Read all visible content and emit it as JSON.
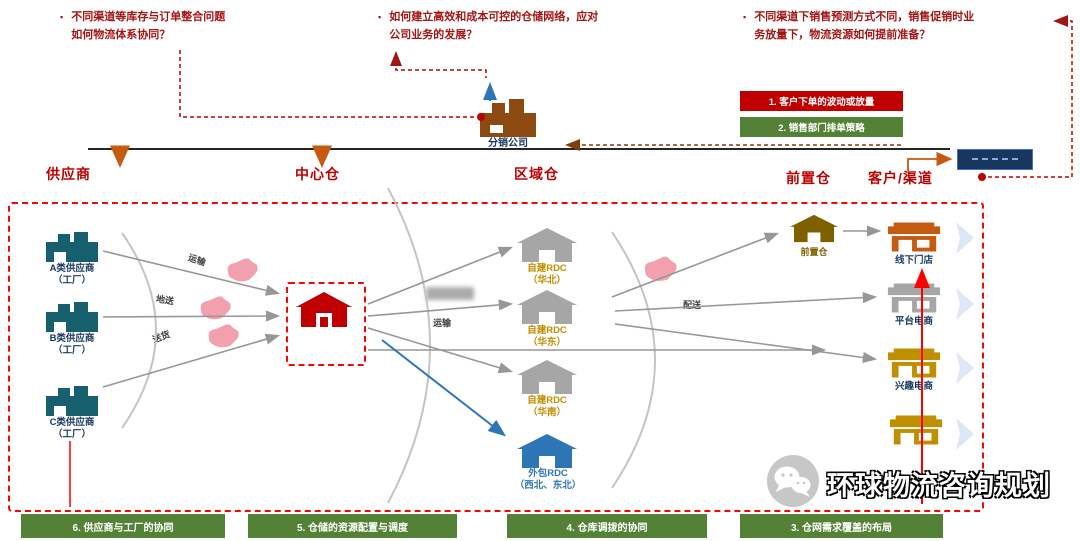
{
  "questions": [
    {
      "bullet": "▪",
      "line1": "不同渠道等库存与订单整合问题",
      "line2": "如何物流体系协同？"
    },
    {
      "bullet": "▪",
      "line1": "如何建立高效和成本可控的仓储网络，应对",
      "line2": "公司业务的发展？"
    },
    {
      "bullet": "▪",
      "line1": "不同渠道下销售预测方式不同，销售促销时业",
      "line2": "务放量下，物流资源如何提前准备？"
    }
  ],
  "legend": [
    {
      "label": "1.  客户下单的波动或放量",
      "color": "#c00000"
    },
    {
      "label": "2.  销售部门排单策略",
      "color": "#538135"
    }
  ],
  "tiers": [
    {
      "label": "供应商"
    },
    {
      "label": "中心仓"
    },
    {
      "label": "区域仓"
    },
    {
      "label": "前置仓"
    },
    {
      "label": "客户/渠道"
    }
  ],
  "hq": {
    "label": "分销公司"
  },
  "suppliers": [
    {
      "name": "A类供应商",
      "sub": "（工厂）"
    },
    {
      "name": "B类供应商",
      "sub": "（工厂）"
    },
    {
      "name": "C类供应商",
      "sub": "（工厂）"
    }
  ],
  "inbound_labels": [
    {
      "label": "运输"
    },
    {
      "label": "地送"
    },
    {
      "label": "送货"
    }
  ],
  "mid_label": {
    "label": "运输"
  },
  "rdcs": [
    {
      "name": "自建RDC",
      "region": "（华北）"
    },
    {
      "name": "自建RDC",
      "region": "（华东）"
    },
    {
      "name": "自建RDC",
      "region": "（华南）"
    },
    {
      "name": "外包RDC",
      "region": "（西北、东北）"
    }
  ],
  "delivery_label": {
    "label": "配送"
  },
  "front_warehouse": {
    "label": "前置仓"
  },
  "channels": [
    {
      "label": "线下门店"
    },
    {
      "label": "平台电商"
    },
    {
      "label": "兴趣电商"
    },
    {
      "label": ""
    }
  ],
  "bottom_bars": [
    {
      "label": "6.  供应商与工厂的协同"
    },
    {
      "label": "5.  仓储的资源配置与调度"
    },
    {
      "label": "4.  仓库调拨的协同"
    },
    {
      "label": "3.  仓网需求覆盖的布局"
    }
  ],
  "watermark": {
    "text": "环球物流咨询规划"
  },
  "colors": {
    "question_red": "#a31515",
    "tier_red": "#c00000",
    "dashed_red": "#fb0402",
    "green": "#538135",
    "navy": "#17375e",
    "teal": "#16606d",
    "gray": "#a6a6a6",
    "amber": "#bf8f00",
    "blue": "#2e75b6",
    "orange": "#c55a11",
    "brown": "#843c0c",
    "olive": "#7f6000",
    "pink": "#f2a0ae"
  }
}
